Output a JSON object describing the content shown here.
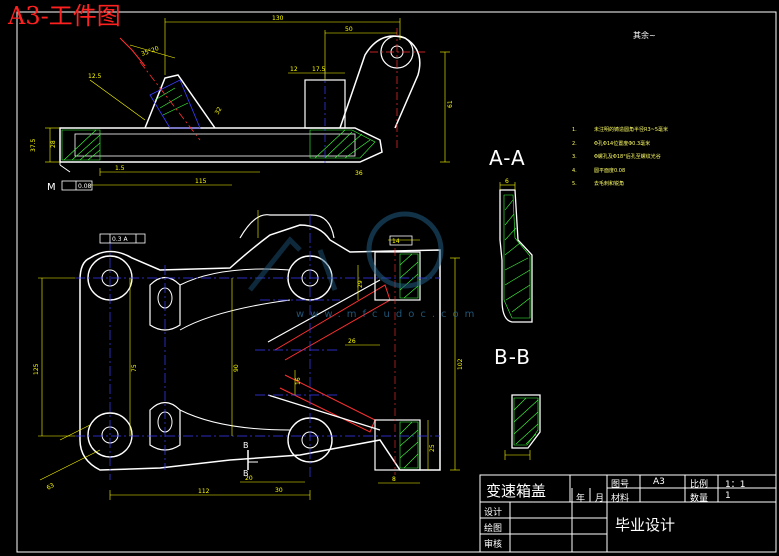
{
  "header": {
    "title": "A3-工件图"
  },
  "sections": {
    "aa": "A-A",
    "bb": "B-B"
  },
  "notes": {
    "title": "其余~",
    "items": [
      {
        "n": "1.",
        "text": "未注明的铸造圆角半径R3~5毫米"
      },
      {
        "n": "2.",
        "text": "Φ孔Φ14位置度Φ0.3毫米"
      },
      {
        "n": "3.",
        "text": "Φ螺孔及Φ18°后孔至螺纹光谷"
      },
      {
        "n": "4.",
        "text": "圆平面度0.08"
      },
      {
        "n": "5.",
        "text": "去毛刺和锐角"
      }
    ]
  },
  "watermark": "www.mfcudoc.com",
  "dims": {
    "d130": "130",
    "d50": "50",
    "d35": "35°20",
    "d125": "12.5",
    "d175": "17.5",
    "d12": "12",
    "d32": "32",
    "d375": "37.5",
    "d28": "28",
    "d15": "1.5",
    "d115": "115",
    "d36": "36",
    "d61": "61",
    "d6": "6",
    "tol1": "0.3 A",
    "tol2": "0.08",
    "m": "M",
    "d14": "14",
    "d125b": "125",
    "d75": "75",
    "d90": "90",
    "d26": "26",
    "d16": "16",
    "d29": "29",
    "d20": "20",
    "d30": "30",
    "d25": "25",
    "d102": "102",
    "d8": "8",
    "d112": "112",
    "d63": "63",
    "b1": "B",
    "b2": "B"
  },
  "title_block": {
    "part_name": "变速箱盖",
    "drawing_no_label": "图号",
    "drawing_no": "A3",
    "scale_label": "比例",
    "scale": "1：1",
    "year_label": "年",
    "month_label": "月",
    "material_label": "材料",
    "qty_label": "数量",
    "qty": "1",
    "design_label": "设计",
    "draw_label": "绘图",
    "review_label": "审核",
    "project": "毕业设计"
  },
  "colors": {
    "outline": "#ffffff",
    "dim": "#ffff00",
    "center": "#3c3cff",
    "hatch": "#3cff3c",
    "red": "#ff3030",
    "header": "#ff2020"
  }
}
